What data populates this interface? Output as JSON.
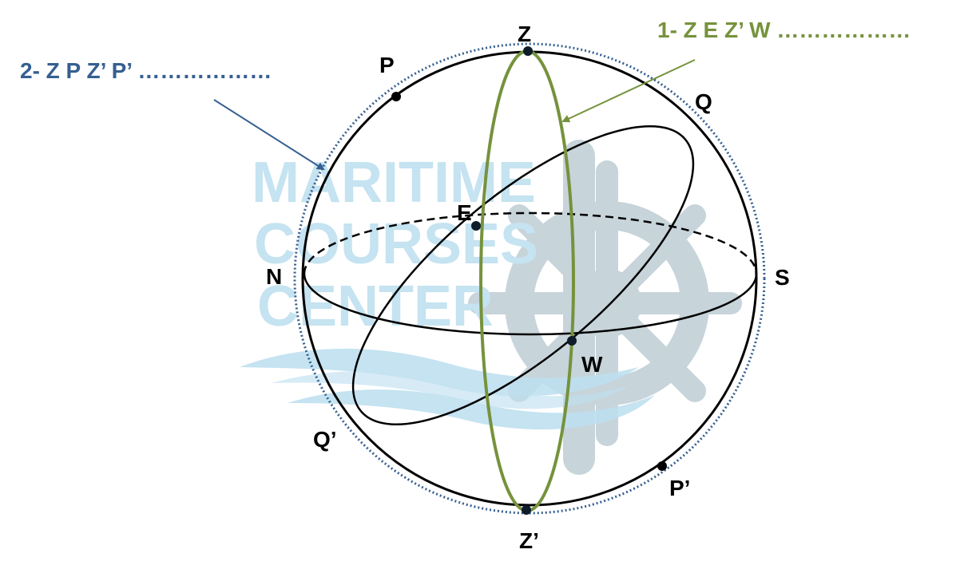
{
  "labels": {
    "legend_green": "1- Z E Z’ W ………………",
    "legend_blue": "2- Z P Z’ P’ ………………",
    "Z": "Z",
    "Z_prime": "Z’",
    "P": "P",
    "P_prime": "P’",
    "Q": "Q",
    "Q_prime": "Q’",
    "N": "N",
    "S": "S",
    "E": "E",
    "W": "W"
  },
  "watermark": {
    "line1": "MARITIME",
    "line2": "COURSES",
    "line3": "CENTER"
  },
  "colors": {
    "green": "#76923c",
    "blue": "#365f91",
    "black": "#000000",
    "watermark_text": "#c5e3f1",
    "watermark_wheel": "#c7d4da",
    "watermark_wave": "#bfe0f0"
  }
}
